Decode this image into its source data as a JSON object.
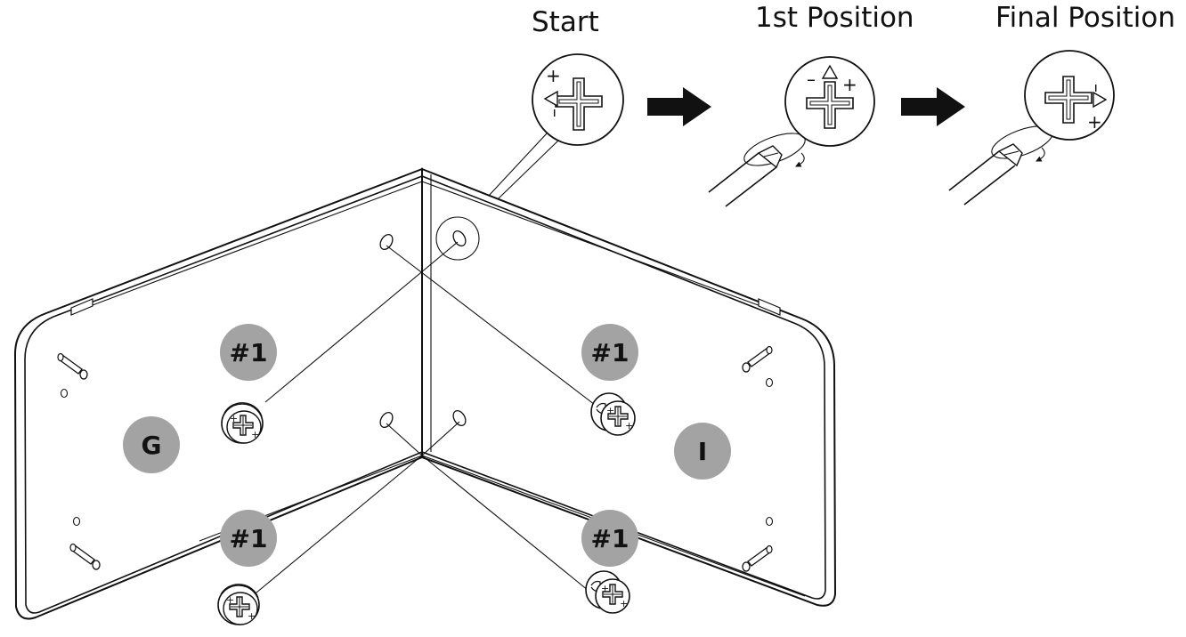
{
  "steps": {
    "start_label": "Start",
    "first_label": "1st Position",
    "final_label": "Final Position"
  },
  "panels": {
    "left_letter": "G",
    "right_letter": "I"
  },
  "parts": {
    "cam_label": "#1"
  },
  "signs": {
    "plus": "+",
    "minus": "–"
  },
  "colors": {
    "badge_fill": "#a3a3a3",
    "line": "#111111",
    "background": "#ffffff"
  },
  "icons": [
    "cam-lock-icon",
    "screwdriver-icon",
    "arrow-right-icon",
    "dowel-icon",
    "rotation-icon"
  ]
}
